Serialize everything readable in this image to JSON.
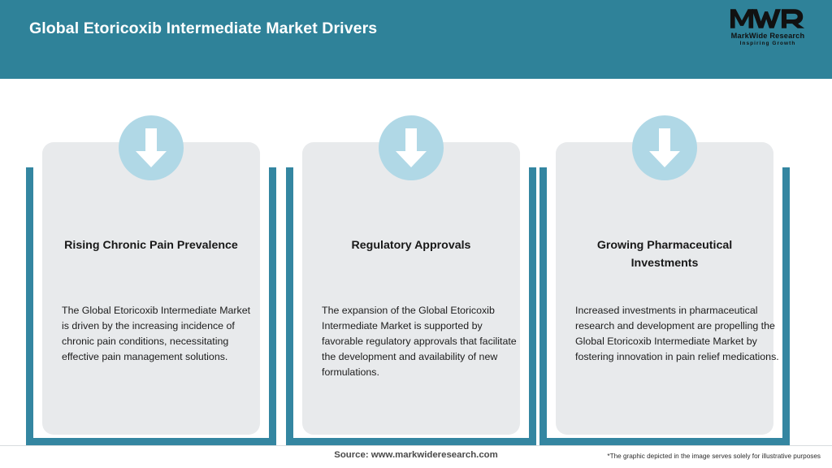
{
  "header": {
    "title": "Global Etoricoxib Intermediate Market Drivers",
    "background_color": "#2f8299",
    "title_color": "#ffffff"
  },
  "logo": {
    "mark": "MWR",
    "name": "MarkWide Research",
    "tagline": "Inspiring Growth"
  },
  "theme": {
    "accent_teal": "#3486a1",
    "panel_gray": "#e8eaec",
    "icon_circle_blue": "#b0d8e6",
    "arrow_white": "#ffffff"
  },
  "cards": [
    {
      "icon": "down-arrow-icon",
      "title": "Rising Chronic Pain Prevalence",
      "body": "The Global Etoricoxib Intermediate Market is driven by the increasing incidence of chronic pain conditions, necessitating effective pain management solutions."
    },
    {
      "icon": "down-arrow-icon",
      "title": "Regulatory Approvals",
      "body": "The expansion of the Global Etoricoxib Intermediate Market is supported by favorable regulatory approvals that facilitate the development and availability of new formulations."
    },
    {
      "icon": "down-arrow-icon",
      "title": "Growing Pharmaceutical Investments",
      "body": "Increased investments in pharmaceutical research and development are propelling the Global Etoricoxib Intermediate Market by fostering innovation in pain relief medications."
    }
  ],
  "footer": {
    "source": "Source: www.markwideresearch.com",
    "disclaimer": "*The graphic depicted in the image serves solely for illustrative purposes"
  }
}
